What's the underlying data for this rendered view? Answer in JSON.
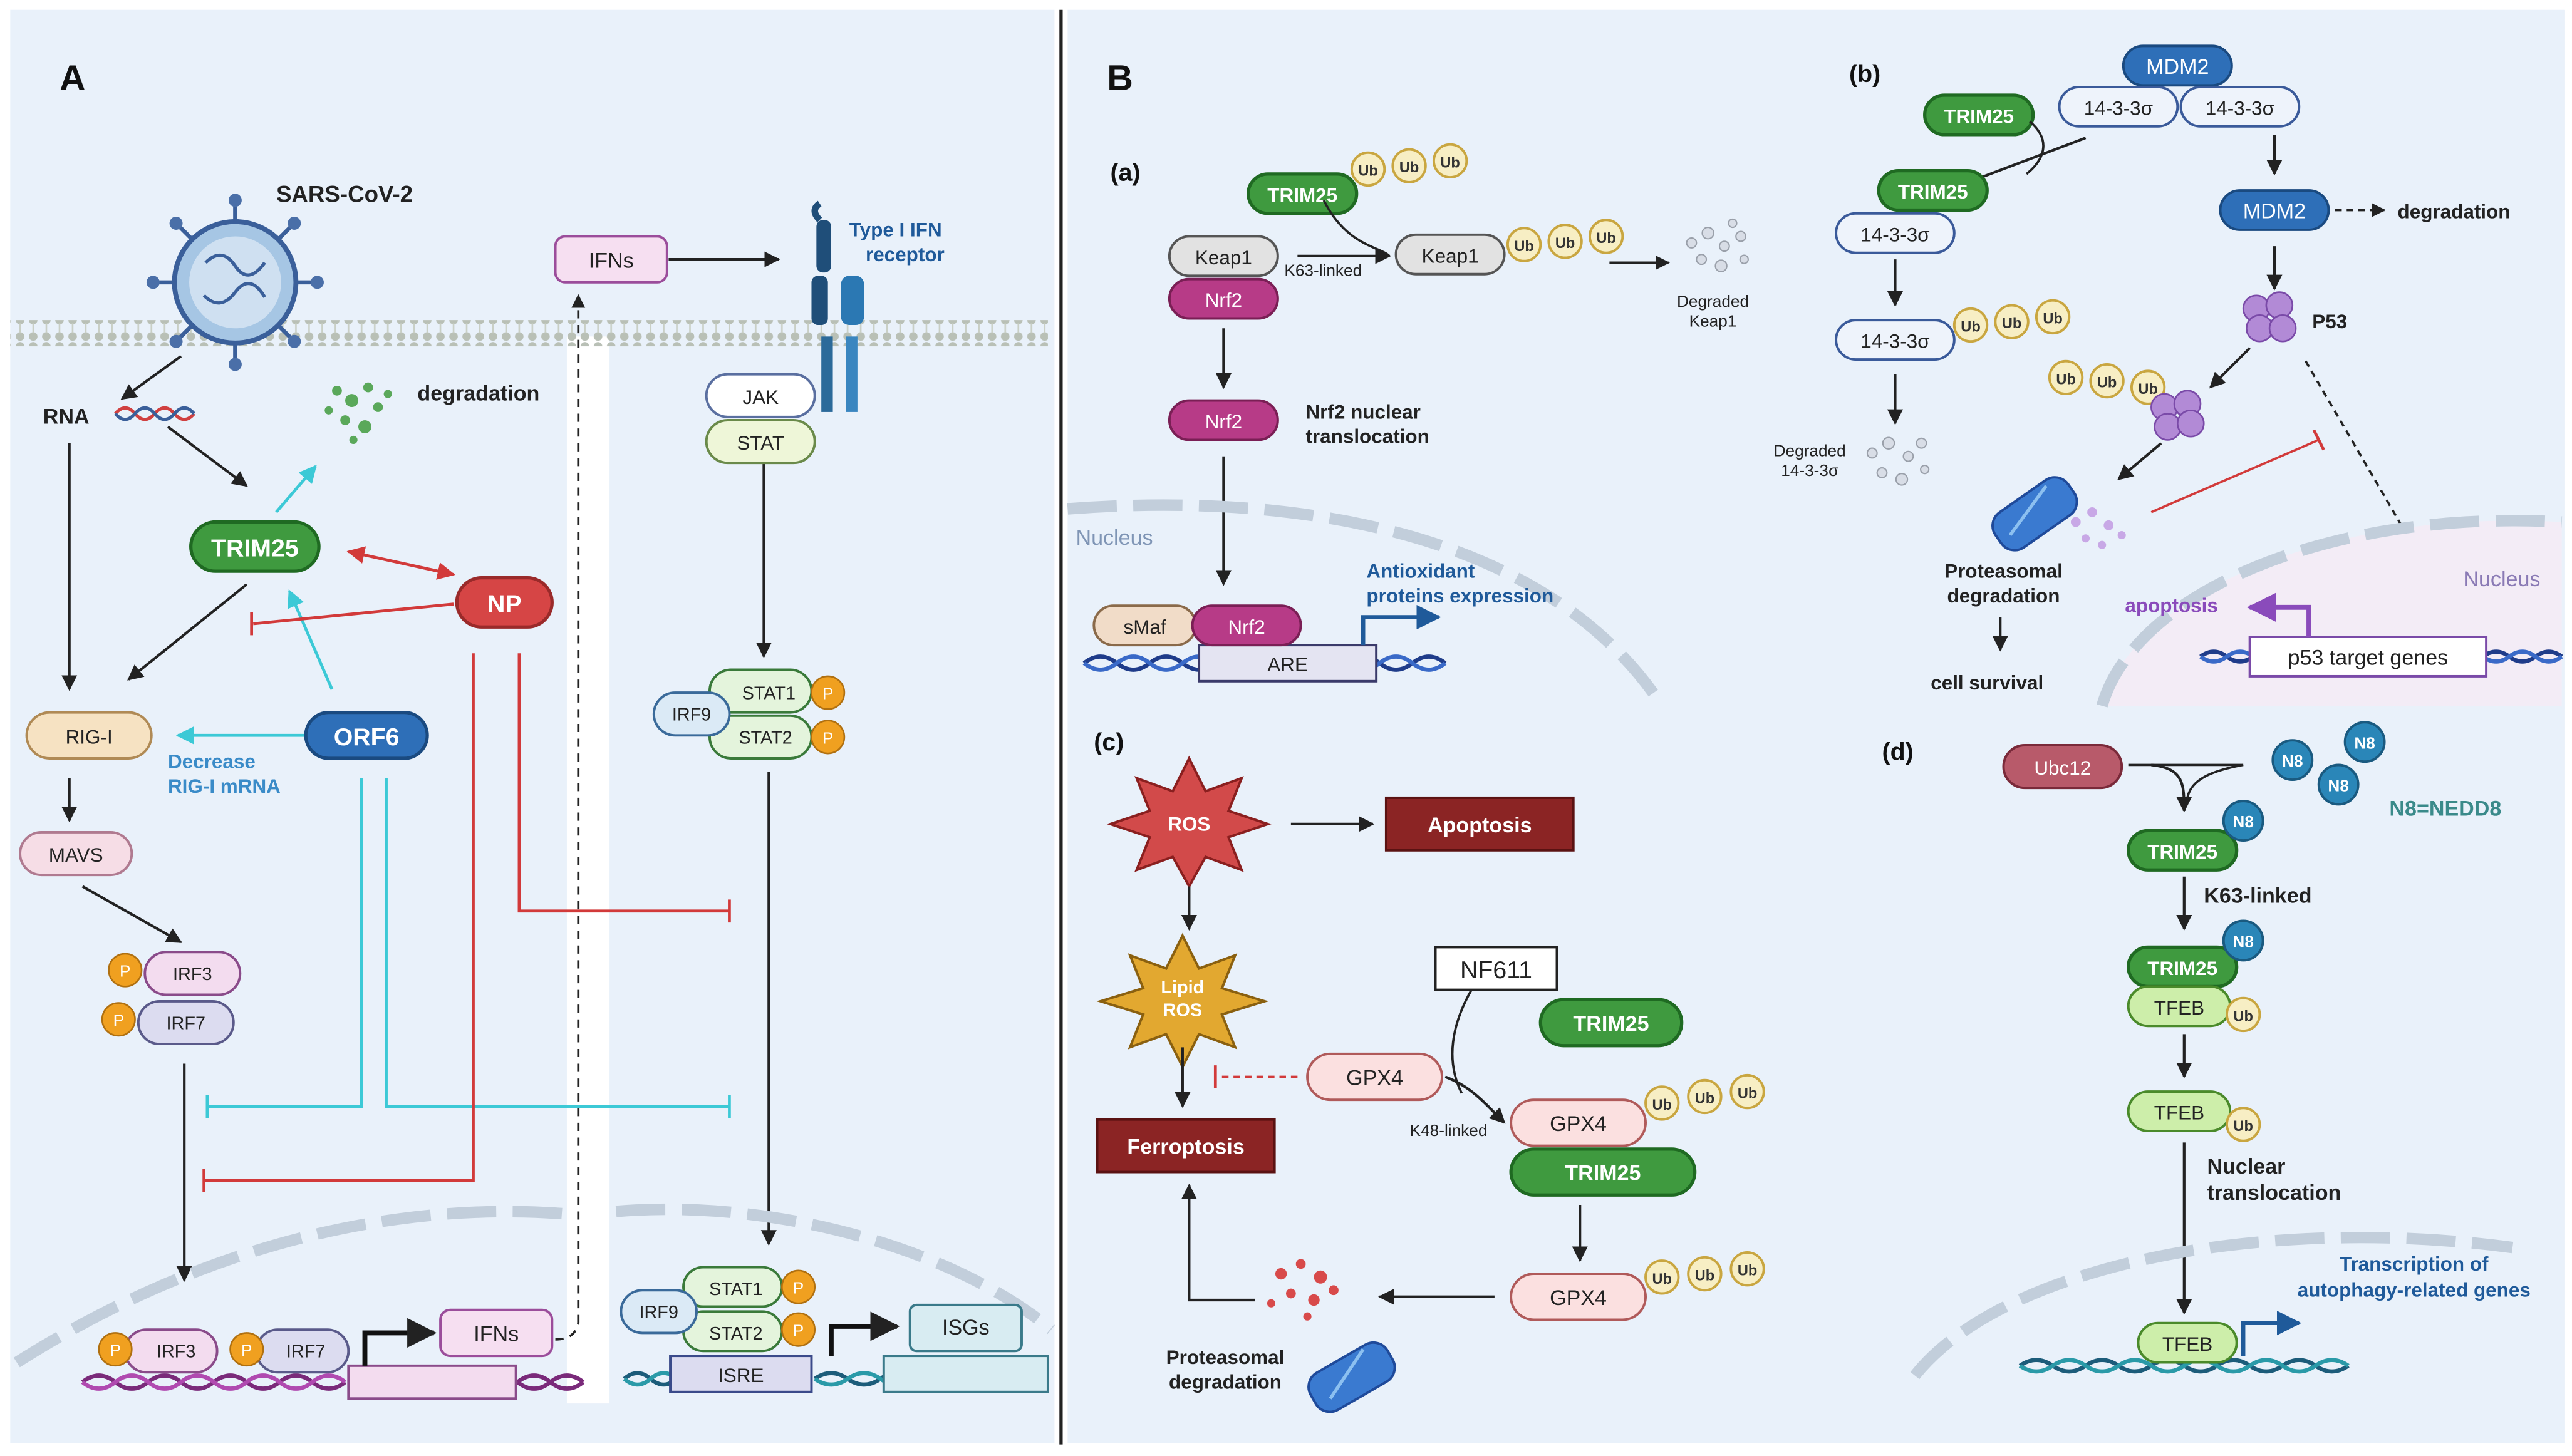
{
  "colors": {
    "panel_bg": "#e9f1fa",
    "trim25": "#3f9a3f",
    "trim25_stroke": "#1f6a22",
    "np": "#d64545",
    "orf6": "#2e6fb8",
    "red_line": "#d23a3a",
    "cyan_line": "#3cc9d6",
    "dark_box": "#8b2424",
    "ub_fill": "#f7eec4",
    "ub_stroke": "#c9a640",
    "p_fill": "#f0a020",
    "nrf2": "#b73b87",
    "blue_text": "#1f5a9a",
    "n8": "#2a86b8",
    "mdm2": "#2e6fb8"
  },
  "panelA": {
    "label": "A",
    "virus": "SARS-CoV-2",
    "rna": "RNA",
    "degradation": "degradation",
    "trim25": "TRIM25",
    "np": "NP",
    "rigi": "RIG-I",
    "orf6": "ORF6",
    "decrease": "Decrease",
    "rigi_mrna": "RIG-I mRNA",
    "mavs": "MAVS",
    "irf3": "IRF3",
    "irf7": "IRF7",
    "p": "P",
    "ifns": "IFNs",
    "receptor_line1": "Type I IFN",
    "receptor_line2": "receptor",
    "jak": "JAK",
    "stat": "STAT",
    "stat1": "STAT1",
    "stat2": "STAT2",
    "irf9": "IRF9",
    "isre": "ISRE",
    "isgs": "ISGs"
  },
  "panelB": {
    "label": "B",
    "a": {
      "label": "(a)",
      "trim25": "TRIM25",
      "ub": "Ub",
      "keap1": "Keap1",
      "nrf2": "Nrf2",
      "k63": "K63-linked",
      "degraded1": "Degraded",
      "degraded2": "Keap1",
      "translocation1": "Nrf2 nuclear",
      "translocation2": "translocation",
      "nucleus": "Nucleus",
      "smaf": "sMaf",
      "are": "ARE",
      "antiox1": "Antioxidant",
      "antiox2": "proteins expression"
    },
    "b": {
      "label": "(b)",
      "mdm2": "MDM2",
      "s1433": "14-3-3σ",
      "trim25": "TRIM25",
      "degradation": "degradation",
      "p53": "P53",
      "degraded1": "Degraded",
      "degraded2": "14-3-3σ",
      "proteasomal1": "Proteasomal",
      "proteasomal2": "degradation",
      "survival": "cell survival",
      "apoptosis": "apoptosis",
      "nucleus": "Nucleus",
      "targets": "p53 target genes"
    },
    "c": {
      "label": "(c)",
      "ros": "ROS",
      "apoptosis": "Apoptosis",
      "lipid1": "Lipid",
      "lipid2": "ROS",
      "nf611": "NF611",
      "trim25": "TRIM25",
      "gpx4": "GPX4",
      "k48": "K48-linked",
      "ferroptosis": "Ferroptosis",
      "proteasomal1": "Proteasomal",
      "proteasomal2": "degradation"
    },
    "d": {
      "label": "(d)",
      "ubc12": "Ubc12",
      "n8": "N8",
      "n8def": "N8=NEDD8",
      "trim25": "TRIM25",
      "k63": "K63-linked",
      "tfeb": "TFEB",
      "ub": "Ub",
      "translocation1": "Nuclear",
      "translocation2": "translocation",
      "transcription1": "Transcription of",
      "transcription2": "autophagy-related genes"
    }
  }
}
